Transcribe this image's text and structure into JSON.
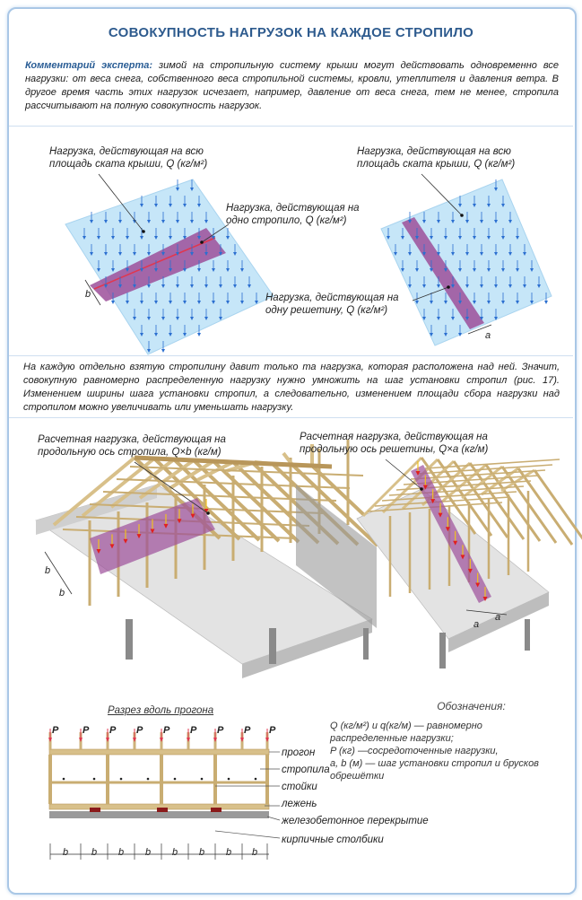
{
  "title": "СОВОКУПНОСТЬ НАГРУЗОК  НА КАЖДОЕ СТРОПИЛО",
  "comment": {
    "lead": "Комментарий эксперта:",
    "text": " зимой на стропильную систему крыши могут действовать одновременно все нагрузки: от веса снега, собственного веса стропильной системы, кровли, утеплителя и давления ветра. В другое время часть этих нагрузок исчезает, например, давление от веса снега, тем не менее, стропила рассчитывают на полную совокупность нагрузок."
  },
  "diagram1": {
    "label_area_left": "Нагрузка, действующая на всю площадь ската крыши, Q (кг/м²)",
    "label_rafter": "Нагрузка, действующая на одно стропило, Q (кг/м²)",
    "label_area_right": "Нагрузка, действующая на всю площадь ската крыши, Q (кг/м²)",
    "label_batten": "Нагрузка, действующая на одну решетину, Q (кг/м²)",
    "dim_b": "b",
    "dim_a": "a"
  },
  "paragraph2": "На каждую отдельно взятую стропилину давит только та нагрузка, которая расположена над ней. Значит, совокупную равномерно распределенную нагрузку нужно умножить на шаг установки стропил (рис. 17). Изменением ширины шага установки стропил, а следовательно, изменением площади сбора нагрузки над стропилом можно увеличивать или уменьшать нагрузку.",
  "diagram2": {
    "label_left": "Расчетная нагрузка, действующая на продольную ось стропила, Q×b (кг/м)",
    "label_right": "Расчетная нагрузка, действующая на продольную ось решетины, Q×a (кг/м)",
    "dim_b1": "b",
    "dim_b2": "b",
    "dim_a1": "a",
    "dim_a2": "a"
  },
  "section": {
    "title": "Разрез вдоль прогона",
    "p_label": "P",
    "b_label": "b",
    "items": [
      "прогон",
      "стропила",
      "стойки",
      "лежень",
      "железобетонное перекрытие",
      "кирпичные столбики"
    ]
  },
  "legend": {
    "heading": "Обозначения:",
    "line1": "Q (кг/м²) и q(кг/м) — равномерно распределенные нагрузки;",
    "line2": "P (кг) —сосредоточенные нагрузки,",
    "line3": "a, b (м) — шаг установки стропил и брусков обрешётки"
  },
  "colors": {
    "title": "#2e5b8e",
    "plane": "#bfe3f7",
    "strip": "#9c4f9a",
    "arrow": "#2b6fd0",
    "wood": "#d8c08a",
    "wall": "#d9d9d9"
  }
}
